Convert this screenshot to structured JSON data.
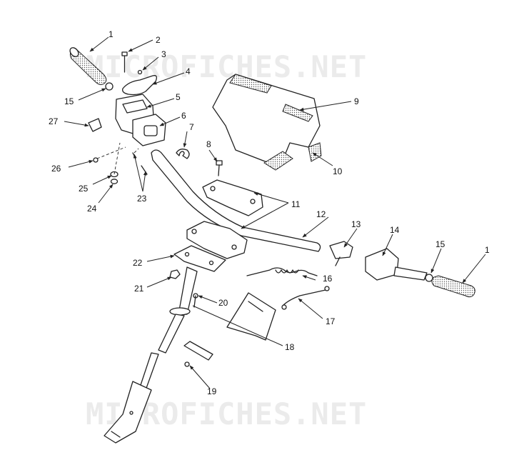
{
  "diagram": {
    "watermarks": [
      "MICROFICHES.NET",
      "MICROFICHES.NET"
    ],
    "callouts": [
      "1",
      "2",
      "3",
      "4",
      "5",
      "15",
      "6",
      "27",
      "7",
      "8",
      "9",
      "10",
      "26",
      "25",
      "24",
      "23",
      "11",
      "12",
      "13",
      "14",
      "15",
      "1",
      "22",
      "21",
      "20",
      "16",
      "17",
      "18",
      "19"
    ]
  }
}
